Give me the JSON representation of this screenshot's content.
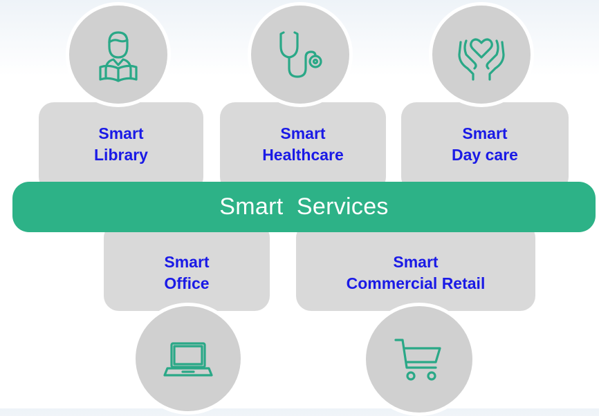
{
  "services": [
    {
      "line1": "Smart",
      "line2": "Library",
      "icon": "reader-icon"
    },
    {
      "line1": "Smart",
      "line2": "Healthcare",
      "icon": "stethoscope-icon"
    },
    {
      "line1": "Smart",
      "line2": "Day care",
      "icon": "heart-hands-icon"
    },
    {
      "line1": "Smart",
      "line2": "Office",
      "icon": "laptop-icon"
    },
    {
      "line1": "Smart",
      "line2": "Commercial Retail",
      "icon": "shopping-cart-icon"
    }
  ],
  "band": {
    "label": "Smart  Services"
  },
  "colors": {
    "accent": "#2db287",
    "card": "#d9d9d9",
    "label": "#1a1ae6",
    "icon": "#2aa887"
  }
}
